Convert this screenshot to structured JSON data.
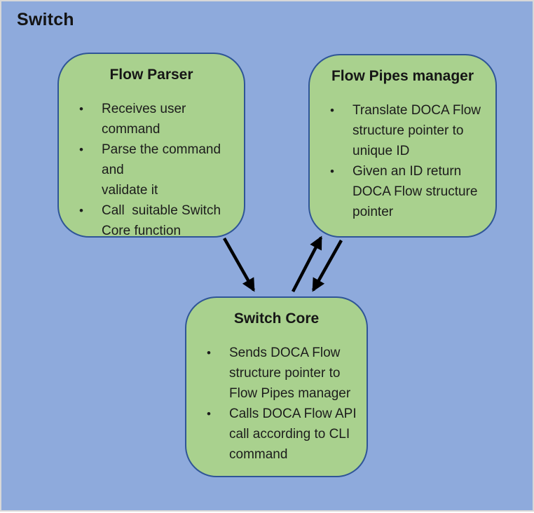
{
  "diagram": {
    "title": "Switch",
    "colors": {
      "background": "#8EAADC",
      "node_fill": "#A9D18E",
      "node_border": "#2F5597",
      "arrow": "#000000",
      "outer_border": "#D8D8D8",
      "text": "#161616"
    },
    "nodes": [
      {
        "id": "flow-parser",
        "title": "Flow Parser",
        "bullets": [
          "Receives user command",
          "Parse the command and\nvalidate it",
          "Call  suitable Switch\nCore function"
        ]
      },
      {
        "id": "flow-pipes-manager",
        "title": "Flow Pipes manager",
        "bullets": [
          "Translate DOCA Flow\nstructure pointer to\nunique ID",
          "Given an ID return\nDOCA Flow structure\npointer"
        ]
      },
      {
        "id": "switch-core",
        "title": "Switch Core",
        "bullets": [
          "Sends DOCA Flow\nstructure pointer to\nFlow Pipes manager",
          "Calls DOCA Flow API\ncall according to CLI\ncommand"
        ]
      }
    ],
    "bullet_glyph": "•",
    "connections": [
      {
        "from": "flow-parser",
        "to": "switch-core"
      },
      {
        "from": "switch-core",
        "to": "flow-pipes-manager"
      },
      {
        "from": "flow-pipes-manager",
        "to": "switch-core"
      }
    ]
  }
}
